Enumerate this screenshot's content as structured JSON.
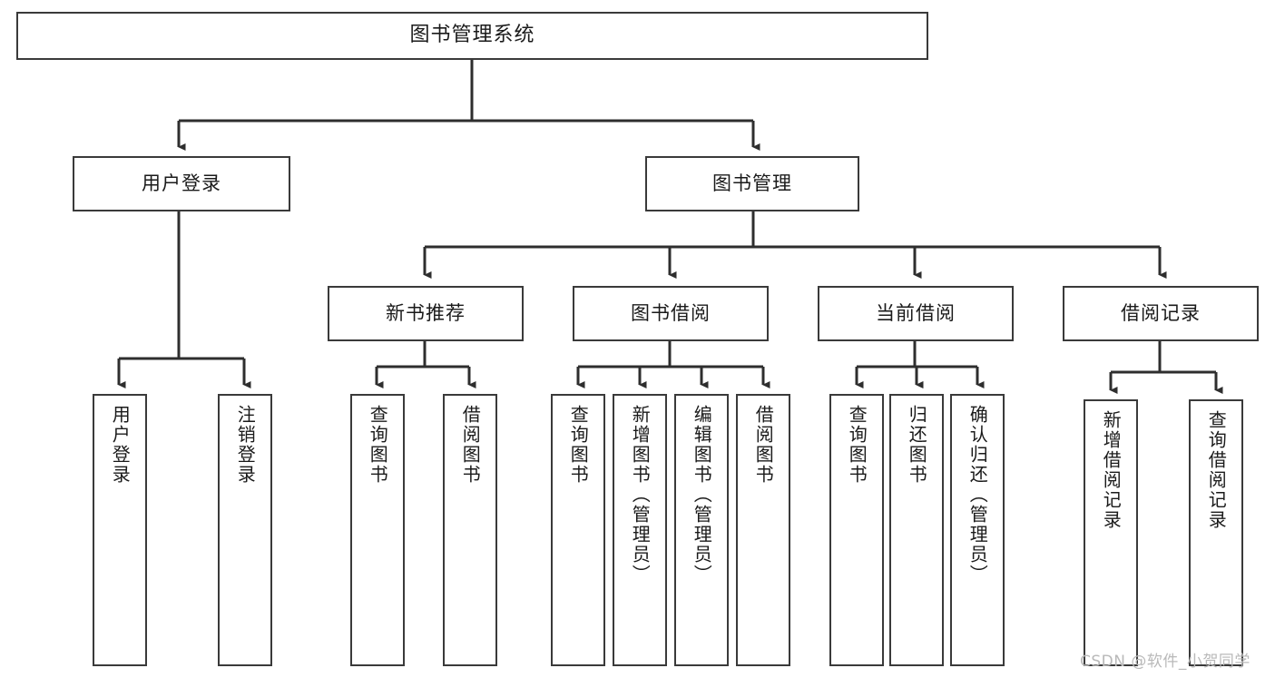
{
  "diagram": {
    "title": "图书管理系统",
    "type": "tree-hierarchy-diagram",
    "colors": {
      "box_border": "#3a3a3a",
      "box_fill": "#ffffff",
      "edge": "#2e2e2e",
      "text": "#1a1a1a",
      "watermark": "#b9b9b9",
      "background": "#ffffff"
    },
    "levels": [
      {
        "level": 1,
        "nodes": [
          {
            "id": "root",
            "label": "图书管理系统",
            "orientation": "horizontal"
          }
        ]
      },
      {
        "level": 2,
        "nodes": [
          {
            "id": "login",
            "label": "用户登录",
            "orientation": "horizontal",
            "parent": "root"
          },
          {
            "id": "bookmgmt",
            "label": "图书管理",
            "orientation": "horizontal",
            "parent": "root"
          }
        ]
      },
      {
        "level": 3,
        "nodes": [
          {
            "id": "newbook",
            "label": "新书推荐",
            "orientation": "horizontal",
            "parent": "bookmgmt"
          },
          {
            "id": "borrow",
            "label": "图书借阅",
            "orientation": "horizontal",
            "parent": "bookmgmt"
          },
          {
            "id": "current",
            "label": "当前借阅",
            "orientation": "horizontal",
            "parent": "bookmgmt"
          },
          {
            "id": "records",
            "label": "借阅记录",
            "orientation": "horizontal",
            "parent": "bookmgmt"
          }
        ]
      },
      {
        "level": 4,
        "nodes": [
          {
            "id": "leaf-1",
            "label": "用户登录",
            "orientation": "vertical",
            "parent": "login"
          },
          {
            "id": "leaf-2",
            "label": "注销登录",
            "orientation": "vertical",
            "parent": "login"
          },
          {
            "id": "leaf-3",
            "label": "查询图书",
            "orientation": "vertical",
            "parent": "newbook"
          },
          {
            "id": "leaf-4",
            "label": "借阅图书",
            "orientation": "vertical",
            "parent": "newbook"
          },
          {
            "id": "leaf-5",
            "label": "查询图书",
            "orientation": "vertical",
            "parent": "borrow"
          },
          {
            "id": "leaf-6",
            "label": "新增图书（管理员）",
            "orientation": "vertical",
            "parent": "borrow"
          },
          {
            "id": "leaf-7",
            "label": "编辑图书（管理员）",
            "orientation": "vertical",
            "parent": "borrow"
          },
          {
            "id": "leaf-8",
            "label": "借阅图书",
            "orientation": "vertical",
            "parent": "borrow"
          },
          {
            "id": "leaf-9",
            "label": "查询图书",
            "orientation": "vertical",
            "parent": "current"
          },
          {
            "id": "leaf-10",
            "label": "归还图书",
            "orientation": "vertical",
            "parent": "current"
          },
          {
            "id": "leaf-11",
            "label": "确认归还（管理员）",
            "orientation": "vertical",
            "parent": "current"
          },
          {
            "id": "leaf-12",
            "label": "新增借阅记录",
            "orientation": "vertical",
            "parent": "records"
          },
          {
            "id": "leaf-13",
            "label": "查询借阅记录",
            "orientation": "vertical",
            "parent": "records"
          }
        ]
      }
    ]
  },
  "watermark": {
    "text": "CSDN @软件_小贺同学"
  }
}
